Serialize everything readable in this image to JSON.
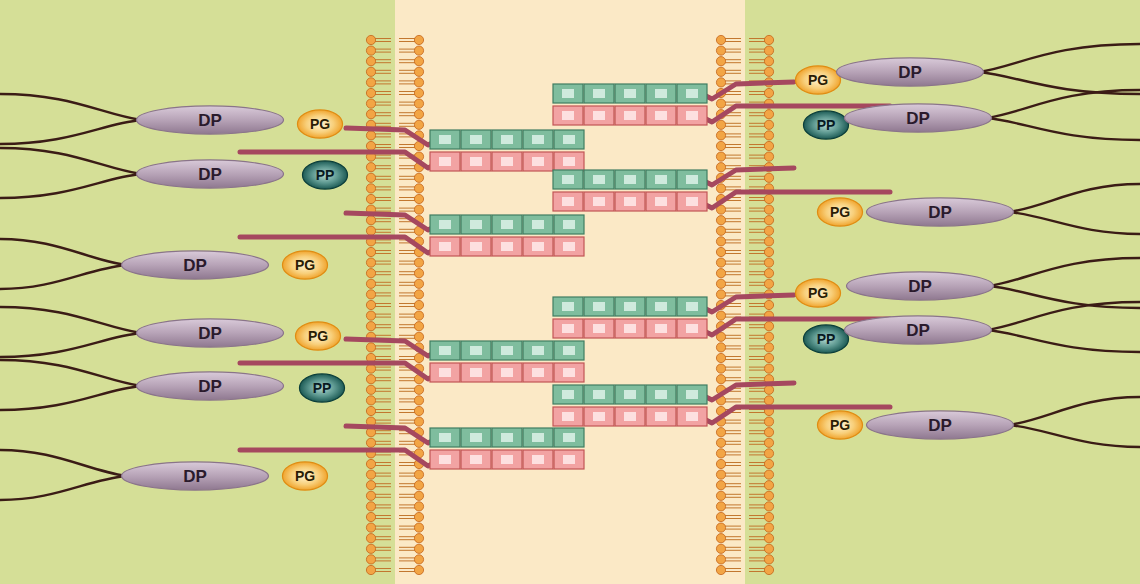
{
  "diagram": {
    "nodes": [
      {
        "text": [
          "DP"
        ]
      },
      {
        "text": [
          "PG"
        ]
      },
      {
        "text": [
          "DP"
        ]
      },
      {
        "text": [
          "PP"
        ]
      },
      {
        "text": [
          "DP"
        ]
      },
      {
        "text": [
          "PG"
        ]
      },
      {
        "text": [
          "DP"
        ]
      },
      {
        "text": [
          "PG"
        ]
      },
      {
        "text": [
          "DP"
        ]
      },
      {
        "text": [
          "PP"
        ]
      },
      {
        "text": [
          "DP"
        ]
      },
      {
        "text": [
          "PG"
        ]
      },
      {
        "text": [
          "PG"
        ]
      },
      {
        "text": [
          "DP"
        ]
      },
      {
        "text": [
          "PP"
        ]
      },
      {
        "text": [
          "DP"
        ]
      },
      {
        "text": [
          "PG"
        ]
      },
      {
        "text": [
          "DP"
        ]
      },
      {
        "text": [
          "PG"
        ]
      },
      {
        "text": [
          "DP"
        ]
      },
      {
        "text": [
          "PP"
        ]
      },
      {
        "text": [
          "DP"
        ]
      },
      {
        "text": [
          "PG"
        ]
      },
      {
        "text": [
          "DP"
        ]
      }
    ]
  }
}
